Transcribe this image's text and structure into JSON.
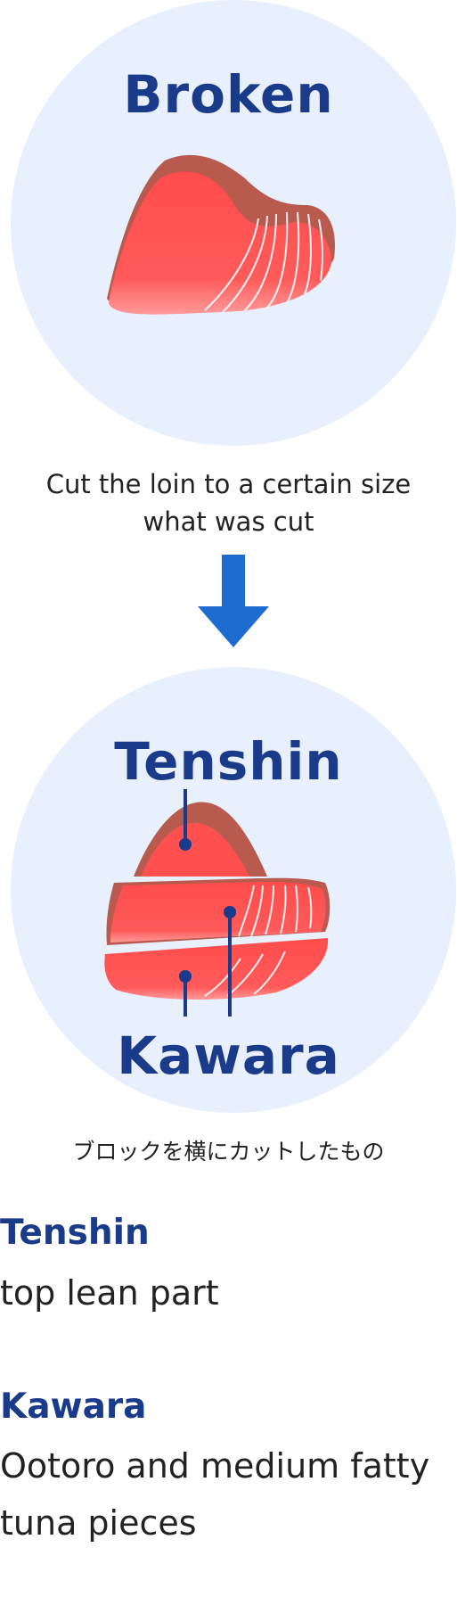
{
  "top_diagram": {
    "title": "Broken"
  },
  "transition": {
    "caption_line1": "Cut the loin to a certain size",
    "caption_line2": "what was cut"
  },
  "bottom_diagram": {
    "label_top": "Tenshin",
    "label_bottom": "Kawara"
  },
  "japanese_caption": "ブロックを横にカットしたもの",
  "definitions": [
    {
      "term": "Tenshin",
      "description": "top lean part"
    },
    {
      "term": "Kawara",
      "description": "Ootoro and medium fatty tuna pieces"
    }
  ],
  "colors": {
    "circle_bg": "#e8f0fd",
    "title_blue": "#1a3a8a",
    "arrow_blue": "#1e6ccf",
    "tuna_red": "#ff5a5a",
    "tuna_dark": "#b85a4e"
  }
}
